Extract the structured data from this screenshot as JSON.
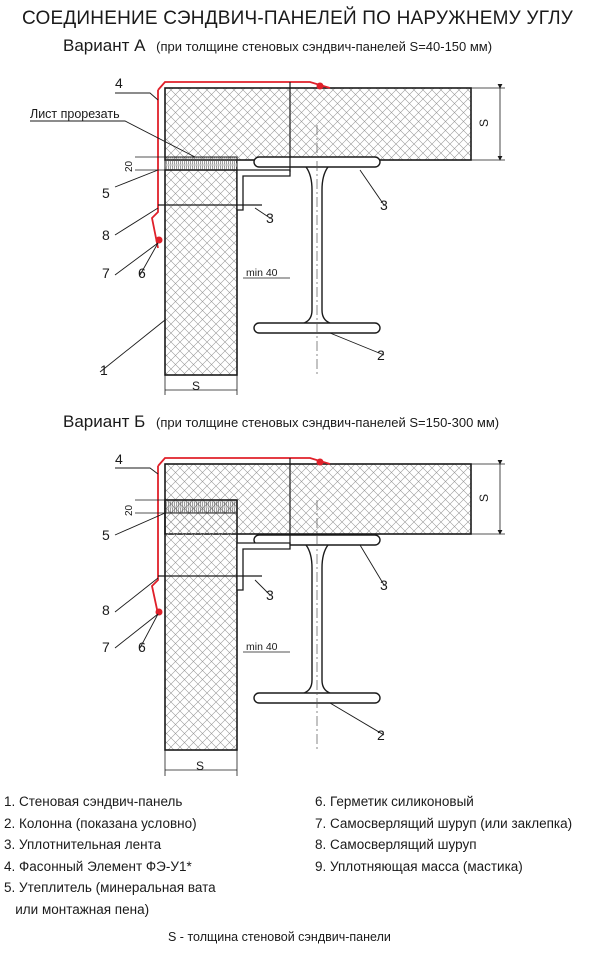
{
  "title": "СОЕДИНЕНИЕ СЭНДВИЧ-ПАНЕЛЕЙ ПО НАРУЖНЕМУ УГЛУ",
  "variant_a": {
    "name": "Вариант А",
    "condition": "(при толщине стеновых сэндвич-панелей S=40-150 мм)",
    "cut_label": "Лист прорезать",
    "dim_20": "20",
    "dim_min40": "min 40",
    "dim_s": "S",
    "callouts": [
      "4",
      "5",
      "8",
      "7",
      "6",
      "1",
      "3",
      "3",
      "2"
    ]
  },
  "variant_b": {
    "name": "Вариант Б",
    "condition": "(при толщине стеновых сэндвич-панелей S=150-300 мм)",
    "dim_20": "20",
    "dim_min40": "min 40",
    "dim_s": "S",
    "callouts": [
      "4",
      "5",
      "8",
      "7",
      "6",
      "3",
      "3",
      "2"
    ]
  },
  "legend_left": [
    "1. Стеновая сэндвич-панель",
    "2. Колонна (показана условно)",
    "3. Уплотнительная лента",
    "4. Фасонный Элемент ФЭ-У1*",
    "5. Утеплитель (минеральная вата",
    "   или монтажная пена)"
  ],
  "legend_right": [
    "6. Герметик силиконовый",
    "7. Самосверлящий шуруп (или заклепка)",
    "8. Самосверлящий шуруп",
    "9. Уплотняющая масса (мастика)"
  ],
  "note": "S - толщина стеновой сэндвич-панели",
  "colors": {
    "line": "#1a1a1a",
    "flashing": "#e0202a",
    "hatch": "#9a9a9a",
    "sealant": "#e0202a"
  }
}
